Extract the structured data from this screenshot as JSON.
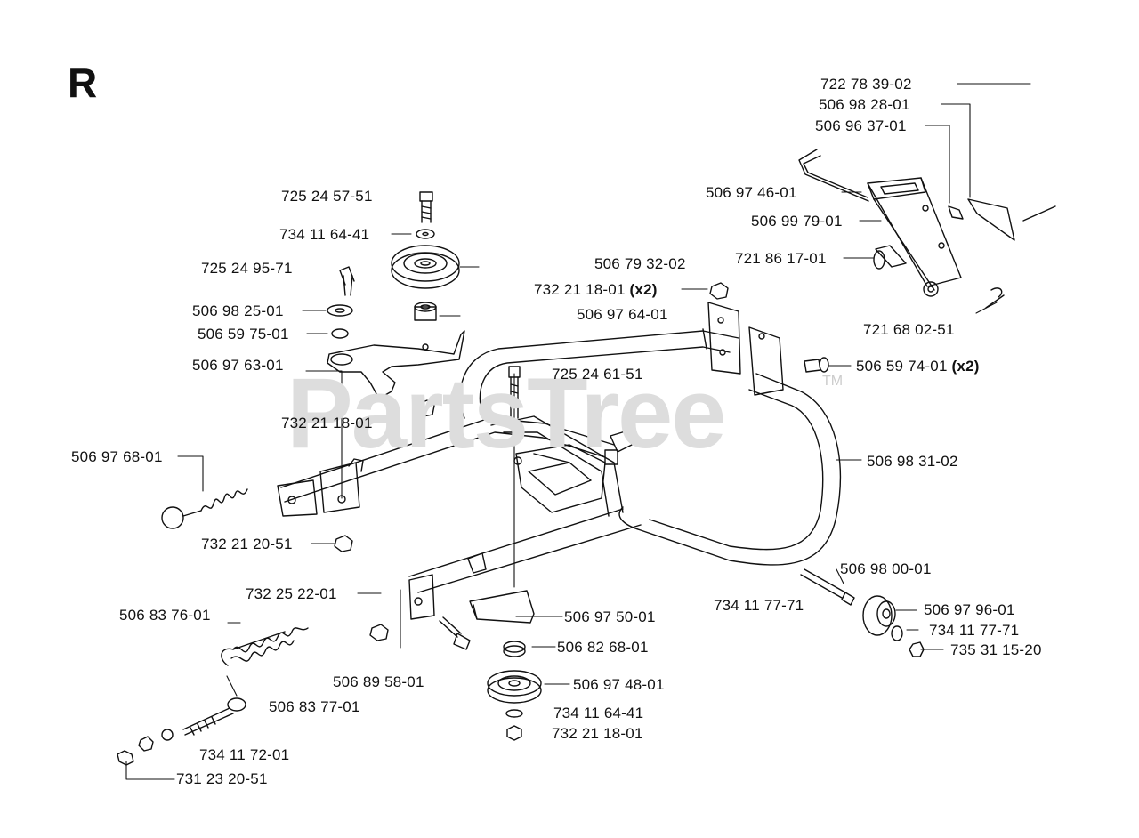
{
  "section_letter": "R",
  "watermark": "PartsTree",
  "trademark": "TM",
  "labels": {
    "p7227839_02": "722 78 39-02",
    "p5069828_01": "506 98 28-01",
    "p5069637_01": "506 96 37-01",
    "p5069746_01": "506 97 46-01",
    "p5069979_01": "506 99 79-01",
    "p7218617_01": "721 86 17-01",
    "p7216802_51": "721 68 02-51",
    "p5065974_01": "506 59 74-01",
    "p5065974_01_qty": "(x2)",
    "p7252457_51": "725 24 57-51",
    "p7341164_41_top": "734 11 64-41",
    "p7252495_71": "725 24 95-71",
    "p5069825_01": "506 98 25-01",
    "p5065975_01": "506 59 75-01",
    "p5069763_01": "506 97 63-01",
    "p5067932_02": "506 79 32-02",
    "p7322118_01_x2": "732 21 18-01",
    "p7322118_01_x2_qty": "(x2)",
    "p5069764_01": "506 97 64-01",
    "p7252461_51": "725 24 61-51",
    "p7322118_01_mid": "732 21 18-01",
    "p5069768_01": "506 97 68-01",
    "p5069831_02": "506 98 31-02",
    "p7322120_51": "732 21 20-51",
    "p7322522_01": "732 25 22-01",
    "p5069800_01": "506 98 00-01",
    "p7341177_71_left": "734 11 77-71",
    "p5069796_01": "506 97 96-01",
    "p7341177_71_right": "734 11 77-71",
    "p7353115_20": "735 31 15-20",
    "p5068376_01": "506 83 76-01",
    "p5069750_01": "506 97 50-01",
    "p5068268_01": "506 82 68-01",
    "p5068958_01": "506 89 58-01",
    "p5069748_01": "506 97 48-01",
    "p5068377_01": "506 83 77-01",
    "p7341164_41_bottom": "734 11 64-41",
    "p7322118_01_bottom": "732 21 18-01",
    "p7341172_01": "734 11 72-01",
    "p7312320_51": "731 23 20-51"
  }
}
